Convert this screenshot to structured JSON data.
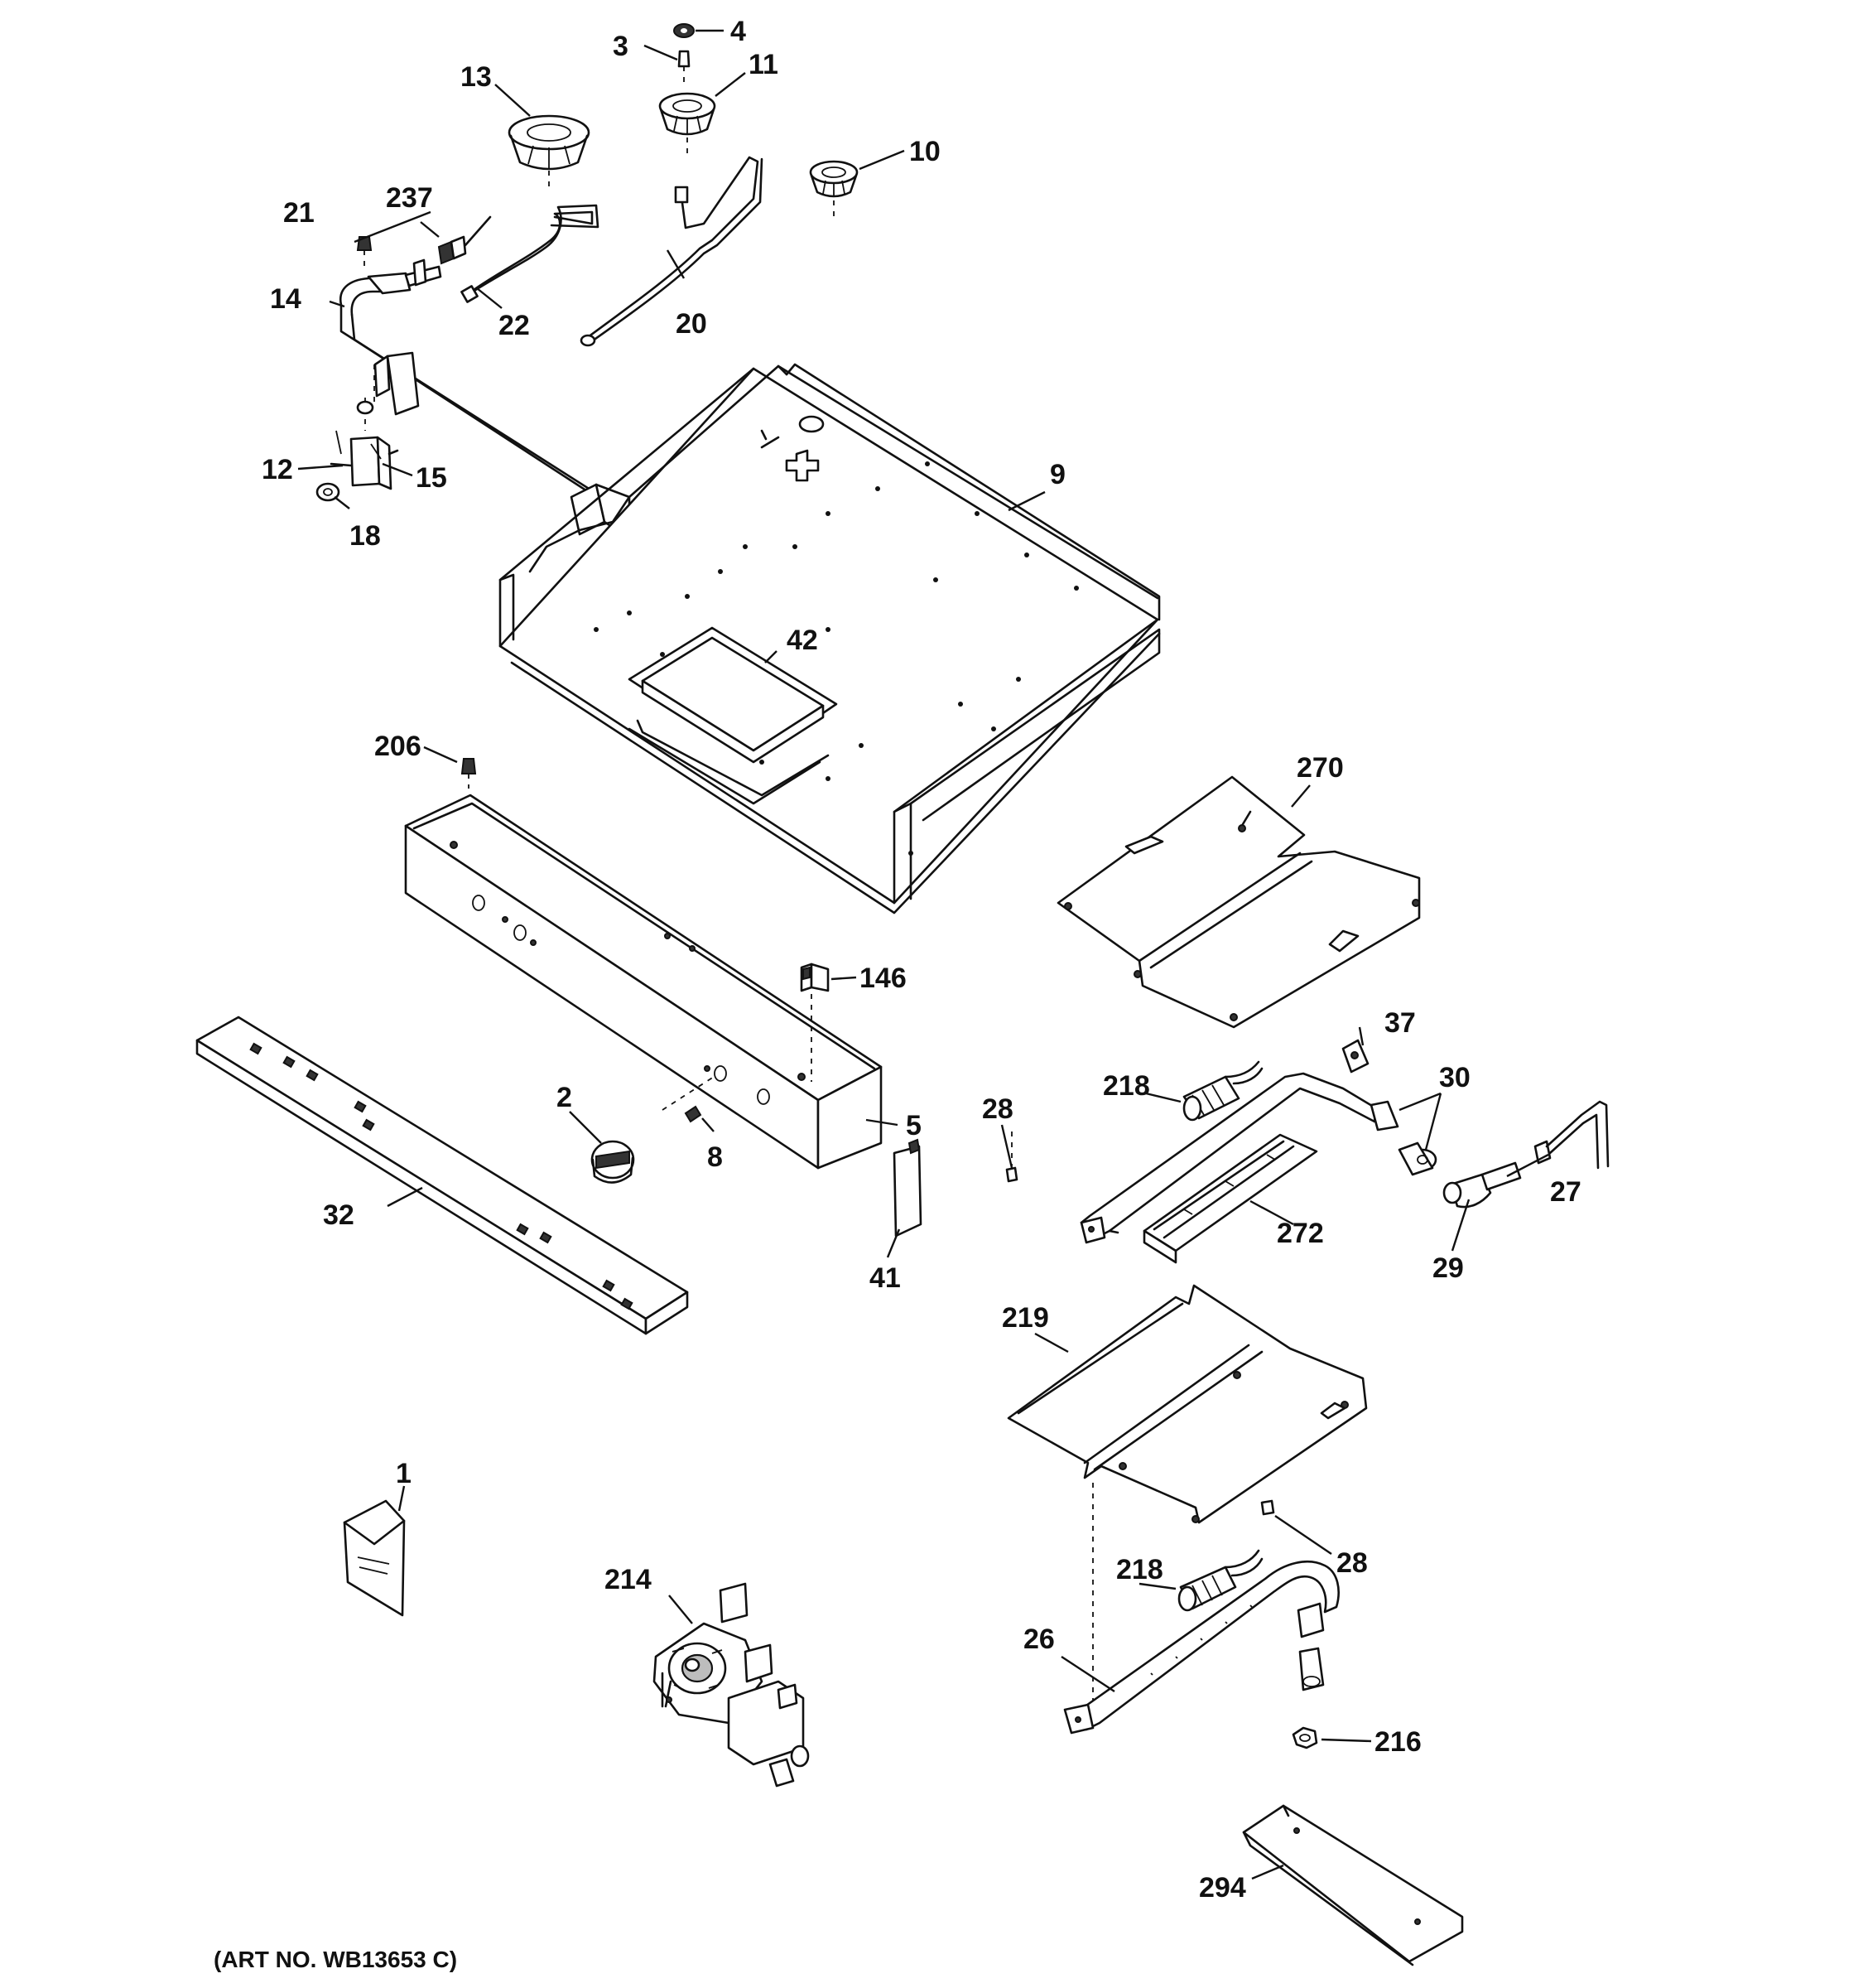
{
  "diagram": {
    "art_number": "(ART NO. WB13653 C)",
    "callouts": {
      "c1": "1",
      "c2": "2",
      "c3": "3",
      "c4": "4",
      "c5": "5",
      "c8": "8",
      "c9": "9",
      "c10": "10",
      "c11": "11",
      "c12": "12",
      "c13": "13",
      "c14": "14",
      "c15": "15",
      "c18": "18",
      "c20": "20",
      "c21": "21",
      "c22": "22",
      "c26": "26",
      "c27": "27",
      "c28a": "28",
      "c28b": "28",
      "c29": "29",
      "c30": "30",
      "c32": "32",
      "c37": "37",
      "c41": "41",
      "c42": "42",
      "c146": "146",
      "c206": "206",
      "c214": "214",
      "c216": "216",
      "c218a": "218",
      "c218b": "218",
      "c219": "219",
      "c237": "237",
      "c270": "270",
      "c272": "272",
      "c294": "294"
    }
  }
}
